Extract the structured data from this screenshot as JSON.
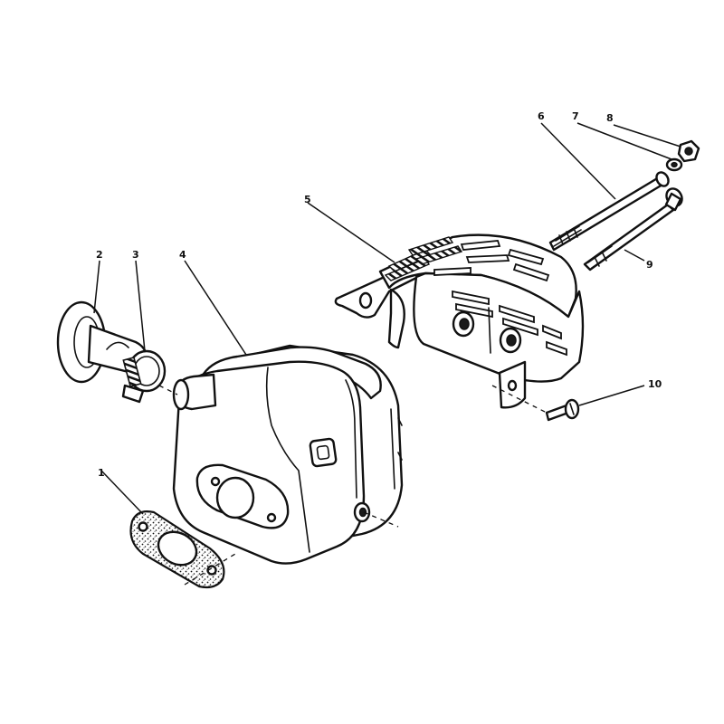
{
  "callouts": [
    {
      "id": "1",
      "label": "1"
    },
    {
      "id": "2",
      "label": "2"
    },
    {
      "id": "3",
      "label": "3"
    },
    {
      "id": "4",
      "label": "4"
    },
    {
      "id": "5",
      "label": "5"
    },
    {
      "id": "6",
      "label": "6"
    },
    {
      "id": "7",
      "label": "7"
    },
    {
      "id": "8",
      "label": "8"
    },
    {
      "id": "9",
      "label": "9"
    },
    {
      "id": "10",
      "label": "10"
    }
  ],
  "parts": [
    {
      "callout": "1",
      "icon": "gasket-icon"
    },
    {
      "callout": "2",
      "icon": "deflector-icon"
    },
    {
      "callout": "3",
      "icon": "hose-clamp-icon"
    },
    {
      "callout": "4",
      "icon": "muffler-icon"
    },
    {
      "callout": "5",
      "icon": "heat-shield-icon"
    },
    {
      "callout": "6",
      "icon": "long-bolt-icon"
    },
    {
      "callout": "7",
      "icon": "washer-icon"
    },
    {
      "callout": "8",
      "icon": "nut-icon"
    },
    {
      "callout": "9",
      "icon": "bolt-icon"
    },
    {
      "callout": "10",
      "icon": "screw-icon"
    }
  ],
  "colors": {
    "ink": "#111111",
    "paper": "#ffffff"
  }
}
